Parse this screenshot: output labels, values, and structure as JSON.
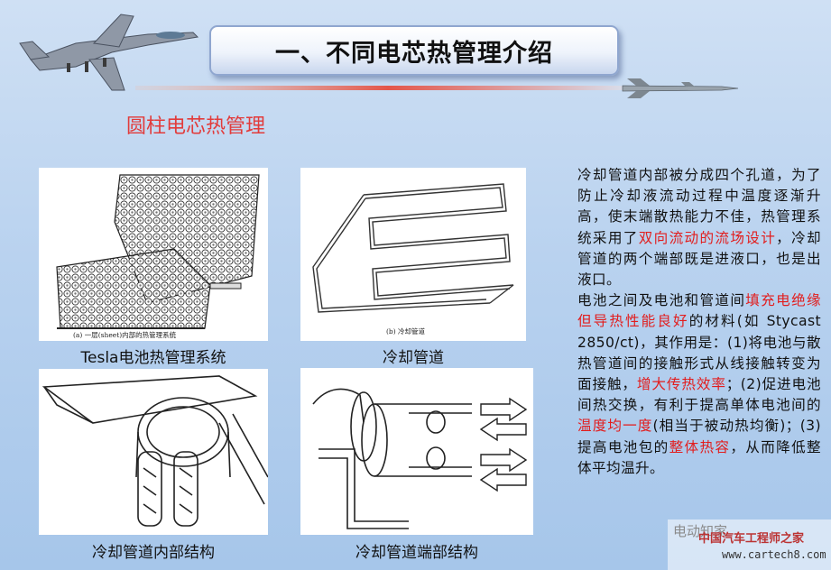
{
  "header": {
    "title": "一、不同电芯热管理介绍"
  },
  "section": {
    "subtitle": "圆柱电芯热管理"
  },
  "figures": [
    {
      "caption": "Tesla电池热管理系统",
      "inner_caption": "(a) 一层(sheet)内部的热管理系统"
    },
    {
      "caption": "冷却管道",
      "inner_caption": "(b) 冷却管道"
    },
    {
      "caption": "冷却管道内部结构"
    },
    {
      "caption": "冷却管道端部结构"
    }
  ],
  "description": {
    "segments": [
      {
        "text": "冷却管道内部被分成四个孔道，为了防止冷却液流动过程中温度逐渐升高，使末端散热能力不佳，热管理系统采用了",
        "highlight": false
      },
      {
        "text": "双向流动的流场设计",
        "highlight": true
      },
      {
        "text": "，冷却管道的两个端部既是进液口，也是出液口。",
        "highlight": false
      },
      {
        "text": "电池之间及电池和管道间",
        "highlight": false
      },
      {
        "text": "填充电绝缘但导热性能良好",
        "highlight": true
      },
      {
        "text": "的材料(如 Stycast 2850/ct)，其作用是：(1)将电池与散热管道间的接触形式从线接触转变为面接触，",
        "highlight": false
      },
      {
        "text": "增大传热效率",
        "highlight": true
      },
      {
        "text": "；(2)促进电池间热交换，有利于提高单体电池间的",
        "highlight": false
      },
      {
        "text": "温度均一度",
        "highlight": true
      },
      {
        "text": "(相当于被动热均衡)；(3)提高电池包的",
        "highlight": false
      },
      {
        "text": "整体热容",
        "highlight": true
      },
      {
        "text": "，从而降低整体平均温升。",
        "highlight": false
      }
    ]
  },
  "watermark": {
    "logo_text": "电动知家",
    "site_name": "中国汽车工程师之家",
    "url": "www.cartech8.com"
  },
  "colors": {
    "highlight": "#e21d1d",
    "subtitle": "#e23b3b",
    "background": "#b9d2ef"
  }
}
